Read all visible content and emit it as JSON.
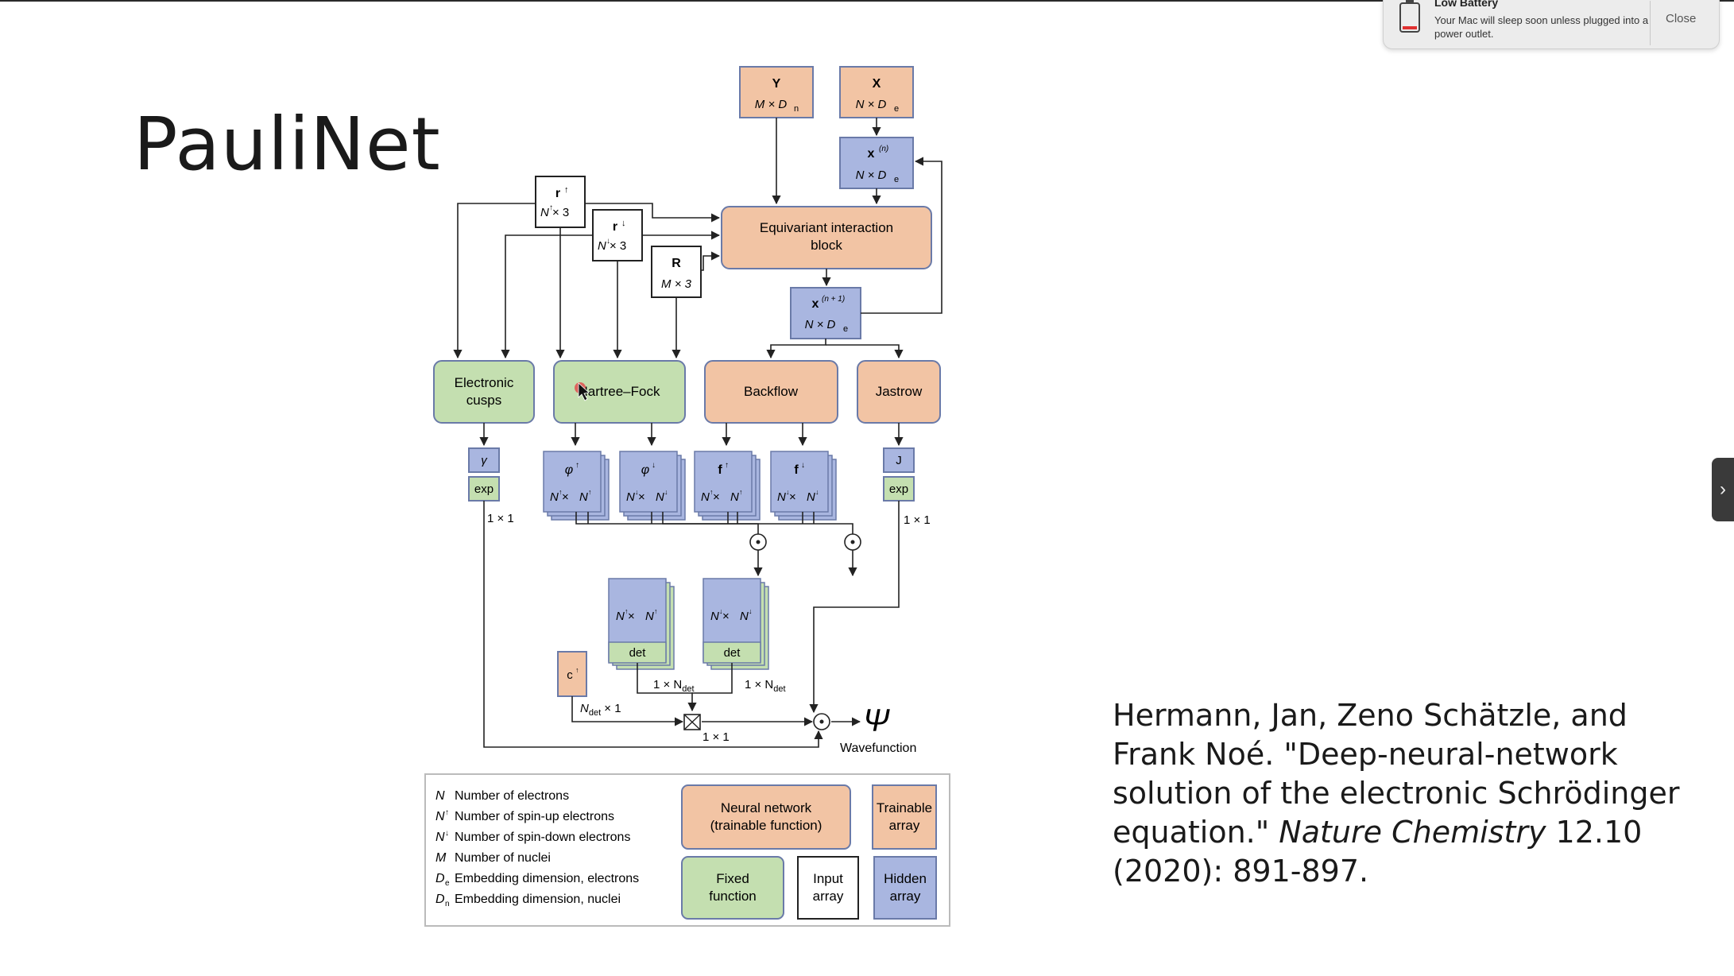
{
  "slide": {
    "title": "PauliNet",
    "citation_authors": "Hermann, Jan, Zeno Schätzle, and Frank Noé. \"Deep-neural-network solution of the electronic Schrödinger equation.\" ",
    "citation_journal": "Nature Chemistry",
    "citation_rest": " 12.10 (2020): 891-897."
  },
  "diagram": {
    "inputs": {
      "Y": "Y",
      "Y_dim": "M × D",
      "Y_dim_sub": "n",
      "X": "X",
      "X_dim": "N × D",
      "X_dim_sub": "e",
      "xn": "x",
      "xn_sup": "(n)",
      "xn_dim": "N × D",
      "xn_dim_sub": "e",
      "r_up": "r",
      "r_up_sup": "↑",
      "r_up_dim": "N",
      "r_up_dim_sup": "↑",
      "r_up_dim_tail": " × 3",
      "r_dn": "r",
      "r_dn_sup": "↓",
      "r_dn_dim": "N",
      "r_dn_dim_sup": "↓",
      "r_dn_dim_tail": " × 3",
      "R": "R",
      "R_dim": "M × 3"
    },
    "eib_line1": "Equivariant interaction",
    "eib_line2": "block",
    "xn1": "x",
    "xn1_sup": "(n + 1)",
    "xn1_dim": "N × D",
    "xn1_dim_sub": "e",
    "modules": {
      "cusps_line1": "Electronic",
      "cusps_line2": "cusps",
      "hf": "Hartree–Fock",
      "backflow": "Backflow",
      "jastrow": "Jastrow"
    },
    "arrays": {
      "gamma": "γ",
      "exp": "exp",
      "one_by_one": "1 × 1",
      "phi": "φ",
      "up": "↑",
      "dn": "↓",
      "f": "f",
      "N": "N",
      "times": " × ",
      "J": "J",
      "det": "det",
      "c": "c",
      "ndet_a": "1 × N",
      "ndet_sub": "det",
      "ndet_b": "N",
      "ndet_b_tail": " × 1",
      "psi": "Ψ",
      "wavefunction": "Wavefunction",
      "odot": "⊙"
    },
    "legend": {
      "items": [
        {
          "sym": "N",
          "sup": "",
          "sub": "",
          "text": "Number of electrons"
        },
        {
          "sym": "N",
          "sup": "↑",
          "sub": "",
          "text": "Number of spin-up electrons"
        },
        {
          "sym": "N",
          "sup": "↓",
          "sub": "",
          "text": "Number of spin-down electrons"
        },
        {
          "sym": "M",
          "sup": "",
          "sub": "",
          "text": "Number of nuclei"
        },
        {
          "sym": "D",
          "sup": "",
          "sub": "e",
          "text": "Embedding dimension, electrons"
        },
        {
          "sym": "D",
          "sup": "",
          "sub": "n",
          "text": "Embedding dimension, nuclei"
        }
      ],
      "nn_line1": "Neural network",
      "nn_line2": "(trainable function)",
      "trainable_line1": "Trainable",
      "trainable_line2": "array",
      "fixed_line1": "Fixed",
      "fixed_line2": "function",
      "input_line1": "Input",
      "input_line2": "array",
      "hidden_line1": "Hidden",
      "hidden_line2": "array"
    },
    "colors": {
      "orange": "#f2c4a4",
      "green": "#c4dfb0",
      "blue": "#a9b6e0",
      "border": "#6a7aa8"
    }
  },
  "notification": {
    "title": "Low Battery",
    "message": "Your Mac will sleep soon unless plugged into a power outlet.",
    "close_label": "Close",
    "icon": "battery-low-icon"
  },
  "side_tab": {
    "icon": "chevron-right-icon",
    "glyph": "›"
  }
}
